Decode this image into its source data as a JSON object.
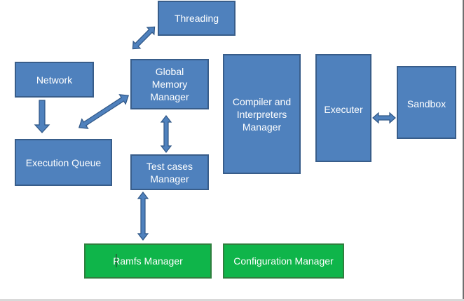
{
  "boxes": {
    "threading": "Threading",
    "network": "Network",
    "global_memory": "Global\nMemory\nManager",
    "execution_queue": "Execution Queue",
    "test_cases": "Test cases\nManager",
    "compiler": "Compiler and\nInterpreters\nManager",
    "executer": "Executer",
    "sandbox": "Sandbox",
    "ramfs": "Ramfs Manager",
    "configuration": "Configuration Manager"
  },
  "colors": {
    "box_fill": "#4f81bd",
    "box_border": "#385d8a",
    "green_fill": "#0fb54a",
    "green_border": "#2f7f3e",
    "text": "#ffffff"
  }
}
